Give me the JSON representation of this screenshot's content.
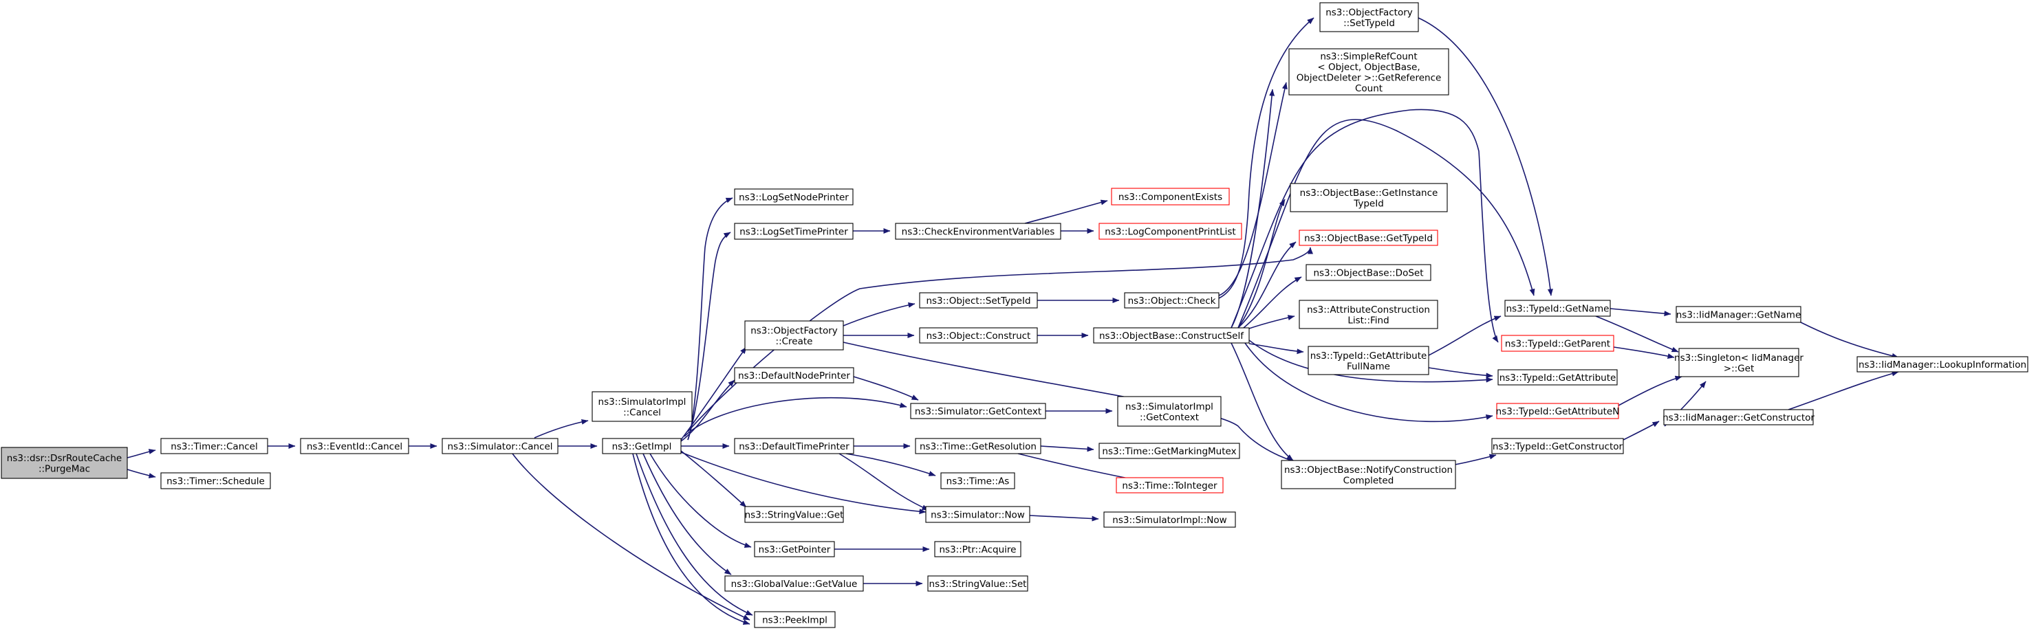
{
  "colors": {
    "edge": "#191970",
    "box_border": "#000000",
    "truncated_border": "#ff0000",
    "root_fill": "#bfbfbf",
    "background": "#ffffff"
  },
  "nodes": {
    "purge": {
      "lines": [
        "ns3::dsr::DsrRouteCache",
        "::PurgeMac"
      ],
      "root": true
    },
    "timer_cancel": {
      "lines": [
        "ns3::Timer::Cancel"
      ]
    },
    "timer_schedule": {
      "lines": [
        "ns3::Timer::Schedule"
      ]
    },
    "eventid_cancel": {
      "lines": [
        "ns3::EventId::Cancel"
      ]
    },
    "sim_cancel": {
      "lines": [
        "ns3::Simulator::Cancel"
      ]
    },
    "simimpl_cancel": {
      "lines": [
        "ns3::SimulatorImpl",
        "::Cancel"
      ]
    },
    "getimpl": {
      "lines": [
        "ns3::GetImpl"
      ]
    },
    "peekimpl": {
      "lines": [
        "ns3::PeekImpl"
      ]
    },
    "lognode": {
      "lines": [
        "ns3::LogSetNodePrinter"
      ]
    },
    "logtime": {
      "lines": [
        "ns3::LogSetTimePrinter"
      ]
    },
    "of_create": {
      "lines": [
        "ns3::ObjectFactory",
        "::Create"
      ]
    },
    "defnode": {
      "lines": [
        "ns3::DefaultNodePrinter"
      ]
    },
    "deftime": {
      "lines": [
        "ns3::DefaultTimePrinter"
      ]
    },
    "sv_get": {
      "lines": [
        "ns3::StringValue::Get"
      ]
    },
    "getpointer": {
      "lines": [
        "ns3::GetPointer"
      ]
    },
    "gv_getvalue": {
      "lines": [
        "ns3::GlobalValue::GetValue"
      ]
    },
    "checkenv": {
      "lines": [
        "ns3::CheckEnvironmentVariables"
      ]
    },
    "compexists": {
      "lines": [
        "ns3::ComponentExists"
      ],
      "truncated": true
    },
    "logcompprint": {
      "lines": [
        "ns3::LogComponentPrintList"
      ],
      "truncated": true
    },
    "obj_settypeid": {
      "lines": [
        "ns3::Object::SetTypeId"
      ]
    },
    "obj_construct": {
      "lines": [
        "ns3::Object::Construct"
      ]
    },
    "sim_getcontext": {
      "lines": [
        "ns3::Simulator::GetContext"
      ]
    },
    "time_getres": {
      "lines": [
        "ns3::Time::GetResolution"
      ]
    },
    "time_as": {
      "lines": [
        "ns3::Time::As"
      ]
    },
    "sim_now": {
      "lines": [
        "ns3::Simulator::Now"
      ]
    },
    "ptr_acquire": {
      "lines": [
        "ns3::Ptr::Acquire"
      ]
    },
    "sv_set": {
      "lines": [
        "ns3::StringValue::Set"
      ]
    },
    "obj_check": {
      "lines": [
        "ns3::Object::Check"
      ]
    },
    "ob_constructself": {
      "lines": [
        "ns3::ObjectBase::ConstructSelf"
      ]
    },
    "simimpl_getcontext": {
      "lines": [
        "ns3::SimulatorImpl",
        "::GetContext"
      ]
    },
    "time_getmarking": {
      "lines": [
        "ns3::Time::GetMarkingMutex"
      ]
    },
    "time_tointeger": {
      "lines": [
        "ns3::Time::ToInteger"
      ],
      "truncated": true
    },
    "simimpl_now": {
      "lines": [
        "ns3::SimulatorImpl::Now"
      ]
    },
    "of_settypeid": {
      "lines": [
        "ns3::ObjectFactory",
        "::SetTypeId"
      ]
    },
    "srefcount": {
      "lines": [
        "ns3::SimpleRefCount",
        "< Object, ObjectBase,",
        " ObjectDeleter >::GetReference",
        "Count"
      ]
    },
    "ob_getinstance": {
      "lines": [
        "ns3::ObjectBase::GetInstance",
        "TypeId"
      ]
    },
    "ob_gettypeid": {
      "lines": [
        "ns3::ObjectBase::GetTypeId"
      ],
      "truncated": true
    },
    "ob_doset": {
      "lines": [
        "ns3::ObjectBase::DoSet"
      ]
    },
    "acl_find": {
      "lines": [
        "ns3::AttributeConstruction",
        "List::Find"
      ]
    },
    "tid_getattrfull": {
      "lines": [
        "ns3::TypeId::GetAttribute",
        "FullName"
      ]
    },
    "ob_notify": {
      "lines": [
        "ns3::ObjectBase::NotifyConstruction",
        "Completed"
      ]
    },
    "tid_getname": {
      "lines": [
        "ns3::TypeId::GetName"
      ]
    },
    "tid_getparent": {
      "lines": [
        "ns3::TypeId::GetParent"
      ],
      "truncated": true
    },
    "tid_getattribute": {
      "lines": [
        "ns3::TypeId::GetAttribute"
      ]
    },
    "tid_getattrn": {
      "lines": [
        "ns3::TypeId::GetAttributeN"
      ],
      "truncated": true
    },
    "tid_getconstructor": {
      "lines": [
        "ns3::TypeId::GetConstructor"
      ]
    },
    "iid_getname": {
      "lines": [
        "ns3::IidManager::GetName"
      ]
    },
    "singleton_get": {
      "lines": [
        "ns3::Singleton< IidManager",
        " >::Get"
      ]
    },
    "iid_getconstructor": {
      "lines": [
        "ns3::IidManager::GetConstructor"
      ]
    },
    "iid_lookup": {
      "lines": [
        "ns3::IidManager::LookupInformation"
      ]
    }
  }
}
